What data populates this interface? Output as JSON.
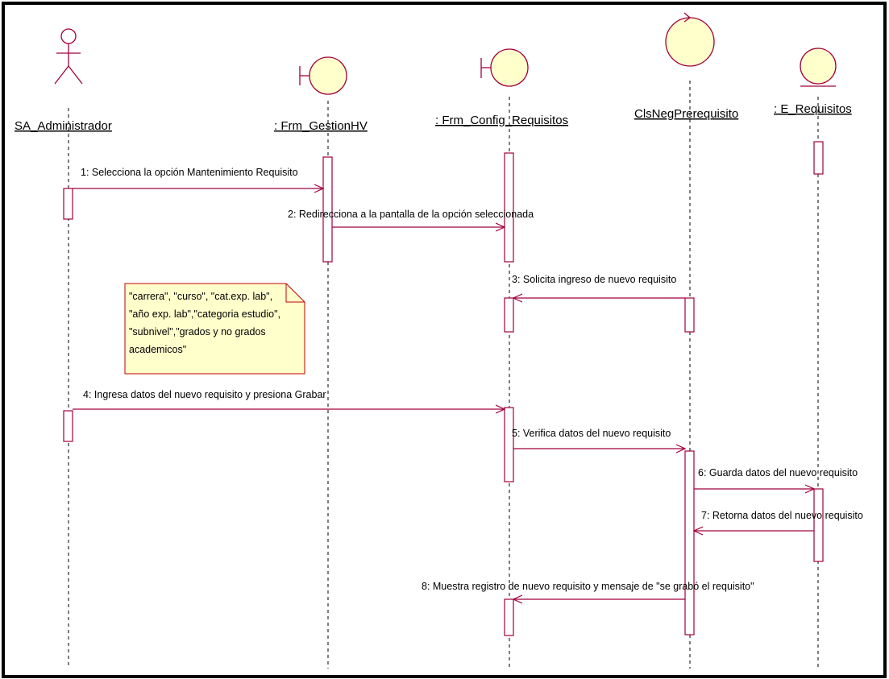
{
  "diagram": {
    "participants": [
      {
        "id": "actor",
        "name": "SA_Administrador",
        "kind": "actor",
        "color": "#a0003c"
      },
      {
        "id": "frm_gestion",
        "name": ": Frm_GestionHV",
        "kind": "boundary",
        "color": "#a0003c"
      },
      {
        "id": "frm_config",
        "name": ": Frm_Config_Requisitos",
        "kind": "boundary",
        "color": "#a0003c"
      },
      {
        "id": "cls_neg",
        "name": "ClsNegPrerequisito",
        "kind": "control",
        "color": "#a0003c"
      },
      {
        "id": "e_req",
        "name": ": E_Requisitos",
        "kind": "entity",
        "color": "#a0003c"
      }
    ],
    "messages": [
      {
        "text": "1: Selecciona la opción Mantenimiento Requisito",
        "from": "actor",
        "to": "frm_gestion"
      },
      {
        "text": "2: Redirecciona a la pantalla de la opción seleccionada",
        "from": "frm_gestion",
        "to": "frm_config"
      },
      {
        "text": "3: Solicita ingreso de nuevo requisito",
        "from": "cls_neg",
        "to": "frm_config"
      },
      {
        "text": "4: Ingresa datos del nuevo requisito y presiona Grabar",
        "from": "actor",
        "to": "frm_config"
      },
      {
        "text": "5: Verifica datos del nuevo requisito",
        "from": "frm_config",
        "to": "cls_neg"
      },
      {
        "text": "6: Guarda datos del nuevo requisito",
        "from": "cls_neg",
        "to": "e_req"
      },
      {
        "text": "7: Retorna datos del nuevo requisito",
        "from": "e_req",
        "to": "cls_neg"
      },
      {
        "text": "8: Muestra registro de nuevo requisito y mensaje de \"se grabó el requisito\"",
        "from": "cls_neg",
        "to": "frm_config"
      }
    ],
    "note": {
      "lines": [
        "\"carrera\", \"curso\", \"cat.exp. lab\",",
        "\"año exp. lab\",\"categoria estudio\",",
        "\"subnivel\",\"grados y no grados",
        "academicos\""
      ],
      "fill": "#ffffcc",
      "border": "#c00000"
    },
    "line_color": "#a0003c",
    "icon_fill": "#ffffcc"
  }
}
